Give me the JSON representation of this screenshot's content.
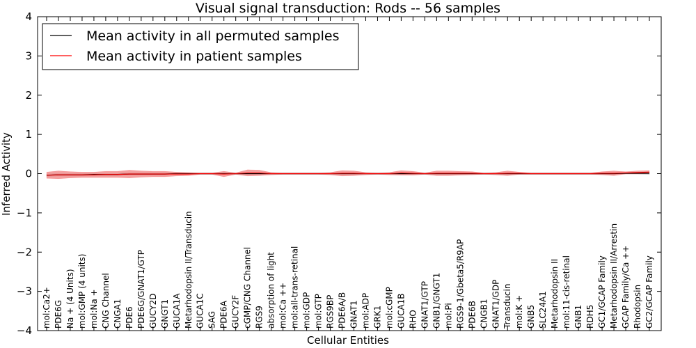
{
  "chart_data": {
    "type": "line",
    "title": "Visual signal transduction: Rods -- 56 samples",
    "xlabel": "Cellular Entities",
    "ylabel": "Inferred Activity",
    "ylim": [
      -4,
      4
    ],
    "yticks": [
      "−4",
      "−3",
      "−2",
      "−1",
      "0",
      "1",
      "2",
      "3",
      "4"
    ],
    "legend_position": "top-left",
    "grid": false,
    "categories": [
      "mol:Ca2+",
      "PDE6G",
      "Na + (4 Units)",
      "mol:GMP (4 units)",
      "mol:Na +",
      "CNG Channel",
      "CNGA1",
      "PDE6",
      "PDE6G/GNAT1/GTP",
      "GUCY2D",
      "GNGT1",
      "GUCA1A",
      "Metarhodopsin II/Transducin",
      "GUCA1C",
      "SAG",
      "PDE6A",
      "GUCY2F",
      "cGMP/CNG Channel",
      "RGS9",
      "absorption of light",
      "mol:Ca ++",
      "mol:all-trans-retinal",
      "mol:GDP",
      "mol:GTP",
      "RGS9BP",
      "PDE6A/B",
      "GNAT1",
      "mol:ADP",
      "GRK1",
      "mol:cGMP",
      "GUCA1B",
      "RHO",
      "GNAT1/GTP",
      "GNB1/GNGT1",
      "mol:Pi",
      "RGS9-1/Gbeta5/R9AP",
      "PDE6B",
      "CNGB1",
      "GNAT1/GDP",
      "Transducin",
      "mol:K +",
      "GNB5",
      "SLC24A1",
      "Metarhodopsin II",
      "mol:11-cis-retinal",
      "GNB1",
      "RDH5",
      "GC1/GCAP Family",
      "Metarhodopsin II/Arrestin",
      "GCAP Family/Ca ++",
      "Rhodopsin",
      "GC2/GCAP Family"
    ],
    "series": [
      {
        "name": "Mean activity in all permuted samples",
        "color": "#000000",
        "values": [
          -0.04,
          -0.03,
          -0.03,
          -0.03,
          -0.02,
          -0.02,
          -0.02,
          -0.01,
          -0.01,
          -0.01,
          -0.01,
          0,
          0,
          0,
          0,
          0,
          0,
          0,
          0,
          0,
          0,
          0,
          0,
          0,
          0,
          0,
          0,
          0,
          0,
          0,
          0,
          0,
          0,
          0,
          0,
          0,
          0,
          0,
          0,
          0,
          0,
          0,
          0,
          0,
          0,
          0,
          0,
          0,
          0,
          0.01,
          0.01,
          0.01
        ],
        "band": [
          0.03,
          0.03,
          0.03,
          0.03,
          0.03,
          0.03,
          0.03,
          0.03,
          0.03,
          0.03,
          0.03,
          0.03,
          0.02,
          0.02,
          0.02,
          0.02,
          0.02,
          0.02,
          0.02,
          0.02,
          0.02,
          0.02,
          0.02,
          0.02,
          0.02,
          0.02,
          0.02,
          0.02,
          0.02,
          0.02,
          0.02,
          0.02,
          0.02,
          0.02,
          0.02,
          0.02,
          0.02,
          0.02,
          0.02,
          0.02,
          0.02,
          0.02,
          0.02,
          0.02,
          0.02,
          0.02,
          0.02,
          0.02,
          0.02,
          0.02,
          0.02,
          0.03
        ]
      },
      {
        "name": "Mean activity in patient samples",
        "color": "#ff0000",
        "values": [
          -0.04,
          -0.03,
          -0.03,
          -0.03,
          -0.03,
          -0.02,
          -0.02,
          -0.01,
          -0.01,
          -0.01,
          -0.01,
          -0.01,
          -0.01,
          0,
          0,
          -0.01,
          0,
          0.02,
          0.02,
          0,
          0,
          0,
          0,
          0,
          0,
          0.01,
          0.01,
          0,
          0,
          0,
          0.02,
          0.01,
          0,
          0.01,
          0.01,
          0.01,
          0.01,
          0,
          0,
          0.01,
          0.01,
          0,
          0,
          0,
          0,
          0,
          0,
          0.01,
          0.01,
          0.02,
          0.03,
          0.04
        ],
        "band": [
          0.08,
          0.1,
          0.08,
          0.07,
          0.07,
          0.08,
          0.08,
          0.1,
          0.08,
          0.07,
          0.07,
          0.05,
          0.04,
          0.02,
          0.02,
          0.07,
          0.02,
          0.08,
          0.07,
          0.03,
          0.02,
          0.02,
          0.02,
          0.02,
          0.03,
          0.07,
          0.06,
          0.03,
          0.02,
          0.03,
          0.06,
          0.05,
          0.02,
          0.06,
          0.06,
          0.05,
          0.04,
          0.02,
          0.03,
          0.06,
          0.03,
          0.02,
          0.02,
          0.02,
          0.02,
          0.02,
          0.02,
          0.04,
          0.06,
          0.03,
          0.04,
          0.04
        ]
      }
    ]
  }
}
